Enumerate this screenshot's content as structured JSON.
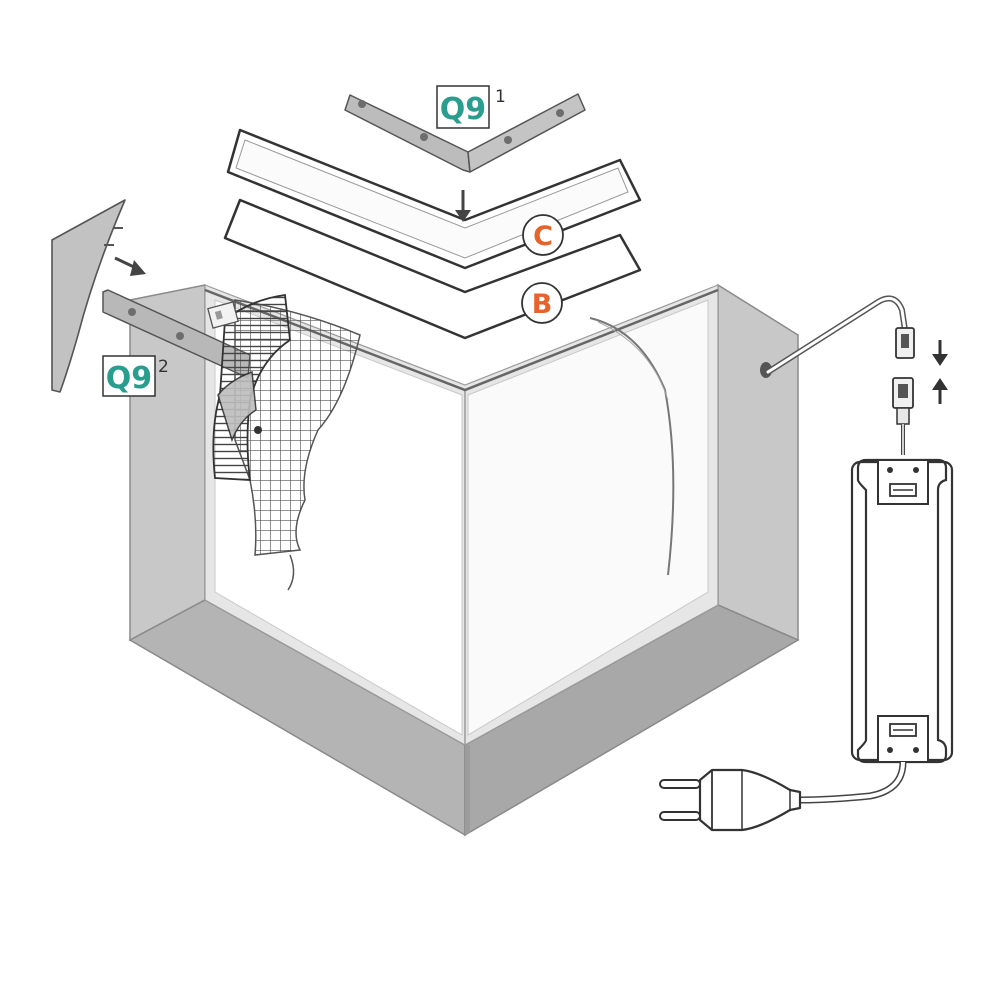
{
  "labels": {
    "q9_top": "Q9",
    "q9_top_sup": "1",
    "q9_left": "Q9",
    "q9_left_sup": "2",
    "c": "C",
    "b": "B"
  },
  "colors": {
    "q9_text": "#2a9d8f",
    "circle_text": "#e8632b",
    "wall_grey": "#c9c9c9",
    "wall_dark": "#a9a9a9",
    "bracket": "#b9b9b9",
    "line": "#3a3a3a"
  },
  "icons": [
    "corner-bracket-icon",
    "straight-bracket-icon",
    "end-cap-icon",
    "led-power-supply-icon",
    "power-plug-icon",
    "connector-icon",
    "reinforcement-mesh-icon",
    "push-arrow-icon",
    "connect-arrows-icon"
  ]
}
